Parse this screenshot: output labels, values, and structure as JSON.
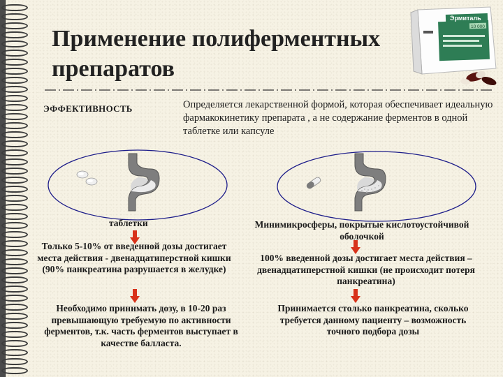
{
  "slide": {
    "title_line1": "Применение полиферментных",
    "title_line2": "препаратов"
  },
  "product": {
    "brand": "Эрмиталь",
    "dose": "10 000",
    "label_color": "#2e7d55"
  },
  "effectiveness": {
    "label": "ЭФФЕКТИВНОСТЬ",
    "description": "Определяется лекарственной формой, которая обеспечивает идеальную фармакокинетику препарата , а не содержание ферментов в одной таблетке или капсуле"
  },
  "left": {
    "caption": "таблетки",
    "statement": "Только 5-10% от введенной дозы достигает места действия - двенадцатиперстной кишки (90% панкреатина разрушается в желудке)",
    "consequence": "Необходимо принимать дозу, в 10-20 раз превышающую требуемую по активности ферментов, т.к. часть ферментов выступает в качестве балласта."
  },
  "right": {
    "caption": "Минимикросферы, покрытые кислотоустойчивой оболочкой",
    "statement": "100% введенной дозы достигает места действия – двенадцатиперстной кишки (не происходит потеря панкреатина)",
    "consequence": "Принимается столько панкреатина, сколько требуется данному пациенту – возможность точного подбора дозы"
  },
  "colors": {
    "ellipse_stroke": "#1d1d8a",
    "arrow": "#d8321a",
    "title": "#222222"
  }
}
